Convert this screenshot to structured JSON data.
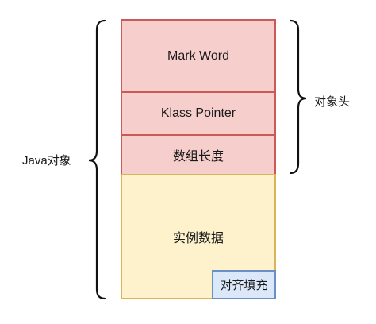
{
  "object_header": {
    "label": "对象头",
    "parts": [
      {
        "label": "Mark Word"
      },
      {
        "label": "Klass Pointer"
      },
      {
        "label": "数组长度"
      }
    ]
  },
  "instance_data": {
    "label": "实例数据"
  },
  "padding": {
    "label": "对齐填充"
  },
  "java_object": {
    "label": "Java对象"
  },
  "colors": {
    "header_fill": "#f6cecc",
    "header_border": "#c85a5a",
    "instance_fill": "#fdf2cc",
    "instance_border": "#d7b65a",
    "padding_fill": "#dbe8f9",
    "padding_border": "#6b90c6"
  }
}
